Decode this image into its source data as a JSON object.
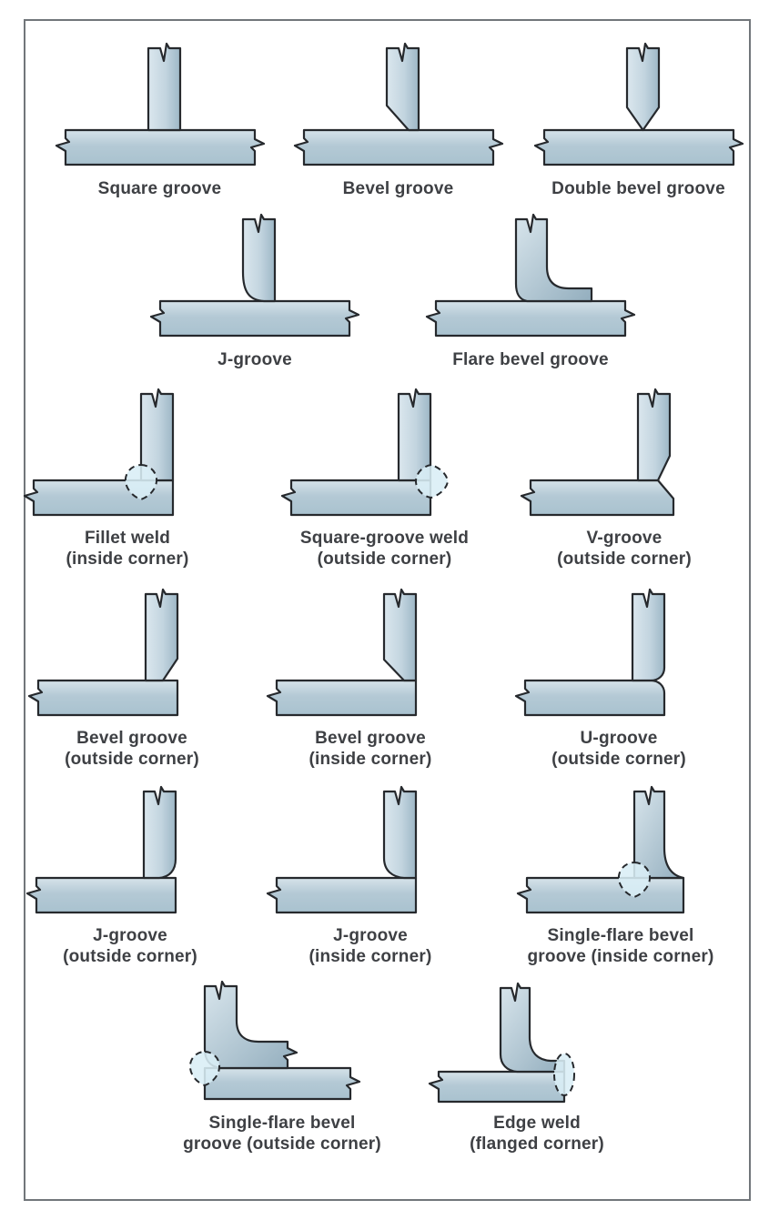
{
  "figure": {
    "description": "Types of weld grooves and joints",
    "items": [
      {
        "id": "square-groove",
        "line1": "Square groove",
        "line2": ""
      },
      {
        "id": "bevel-groove",
        "line1": "Bevel groove",
        "line2": ""
      },
      {
        "id": "double-bevel-groove",
        "line1": "Double bevel groove",
        "line2": ""
      },
      {
        "id": "j-groove",
        "line1": "J-groove",
        "line2": ""
      },
      {
        "id": "flare-bevel-groove",
        "line1": "Flare bevel groove",
        "line2": ""
      },
      {
        "id": "fillet-weld-inside",
        "line1": "Fillet weld",
        "line2": "(inside corner)"
      },
      {
        "id": "square-groove-weld-outside",
        "line1": "Square-groove weld",
        "line2": "(outside corner)"
      },
      {
        "id": "v-groove-outside",
        "line1": "V-groove",
        "line2": "(outside corner)"
      },
      {
        "id": "bevel-groove-outside",
        "line1": "Bevel groove",
        "line2": "(outside corner)"
      },
      {
        "id": "bevel-groove-inside",
        "line1": "Bevel groove",
        "line2": "(inside corner)"
      },
      {
        "id": "u-groove-outside",
        "line1": "U-groove",
        "line2": "(outside corner)"
      },
      {
        "id": "j-groove-outside",
        "line1": "J-groove",
        "line2": "(outside corner)"
      },
      {
        "id": "j-groove-inside",
        "line1": "J-groove",
        "line2": "(inside corner)"
      },
      {
        "id": "single-flare-bevel-inside",
        "line1": "Single-flare bevel",
        "line2": "groove (inside corner)"
      },
      {
        "id": "single-flare-bevel-outside",
        "line1": "Single-flare bevel",
        "line2": "groove (outside corner)"
      },
      {
        "id": "edge-weld-flanged",
        "line1": "Edge weld",
        "line2": "(flanged corner)"
      }
    ],
    "colors": {
      "plate_light": "#dbe7ee",
      "plate_dark": "#9db7c6",
      "weld_fill": "#daeef6",
      "outline": "#26292d",
      "label_text": "#3e4044",
      "frame_border": "#71767a"
    }
  }
}
